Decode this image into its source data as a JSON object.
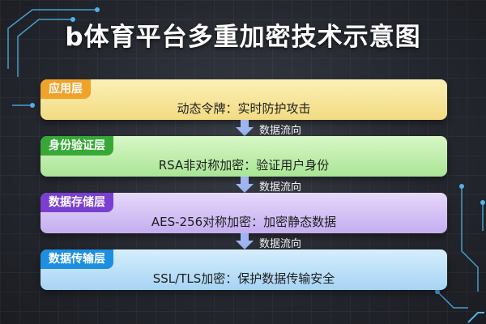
{
  "title": "b体育平台多重加密技术示意图",
  "layers": [
    {
      "name": "应用层",
      "description": "动态令牌：实时防护攻击"
    },
    {
      "name": "身份验证层",
      "description": "RSA非对称加密：验证用户身份"
    },
    {
      "name": "数据存储层",
      "description": "AES-256对称加密：加密静态数据"
    },
    {
      "name": "数据传输层",
      "description": "SSL/TLS加密：保护数据传输安全"
    }
  ],
  "flow_label": "数据流向",
  "colors": {
    "background": "#24272e",
    "tag_application": "#f0a32a",
    "tag_auth": "#37a838",
    "tag_storage": "#7a3fd0",
    "tag_transport": "#1e8fe0",
    "arrow": "#9fb4f2",
    "circuit": "#4fb3e8"
  }
}
